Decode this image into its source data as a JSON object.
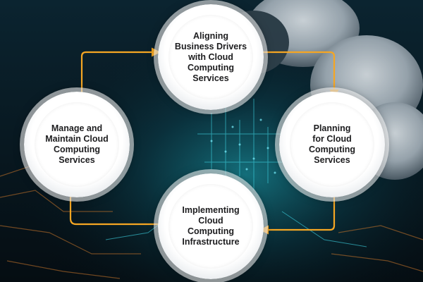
{
  "diagram": {
    "type": "cycle",
    "arrow_color": "#f5a623",
    "nodes": [
      {
        "id": "top",
        "label": "Aligning\nBusiness Drivers\nwith Cloud\nComputing\nServices"
      },
      {
        "id": "right",
        "label": "Planning\nfor Cloud\nComputing\nServices"
      },
      {
        "id": "bottom",
        "label": "Implementing\nCloud\nComputing\nInfrastructure"
      },
      {
        "id": "left",
        "label": "Manage and\nMaintain Cloud\nComputing\nServices"
      }
    ],
    "flow": [
      "top",
      "right",
      "bottom",
      "left",
      "top"
    ]
  }
}
